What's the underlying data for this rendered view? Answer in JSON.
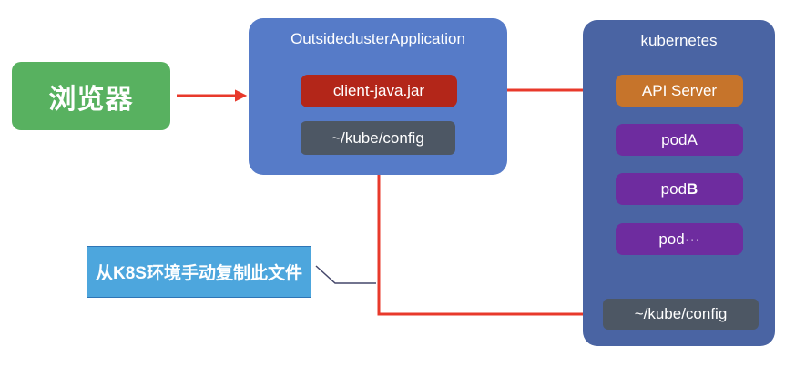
{
  "colors": {
    "browser-green": "#58B160",
    "app-blue": "#567BC8",
    "k8s-blue": "#4A64A3",
    "jar-red": "#B32619",
    "config-gray": "#4D5764",
    "api-orange": "#C6742B",
    "pod-purple": "#6E2C9F",
    "callout-blue": "#4DA6DD",
    "callout-border": "#2E75B6",
    "arrow-red": "#E8392B",
    "leader-gray": "#44466A"
  },
  "browser": {
    "label": "浏览器"
  },
  "app": {
    "title": "OutsideclusterApplication",
    "client_jar_label": "client-java.jar",
    "config_label": "~/kube/config"
  },
  "kubernetes": {
    "title": "kubernetes",
    "api_server_label": "API Server",
    "pods": [
      {
        "prefix": "pod ",
        "suffix": "A"
      },
      {
        "prefix": "pod ",
        "suffix": "B"
      },
      {
        "prefix": "pod ",
        "suffix": "···"
      }
    ],
    "config_label": "~/kube/config"
  },
  "callout": {
    "text": "从K8S环境手动复制此文件"
  }
}
